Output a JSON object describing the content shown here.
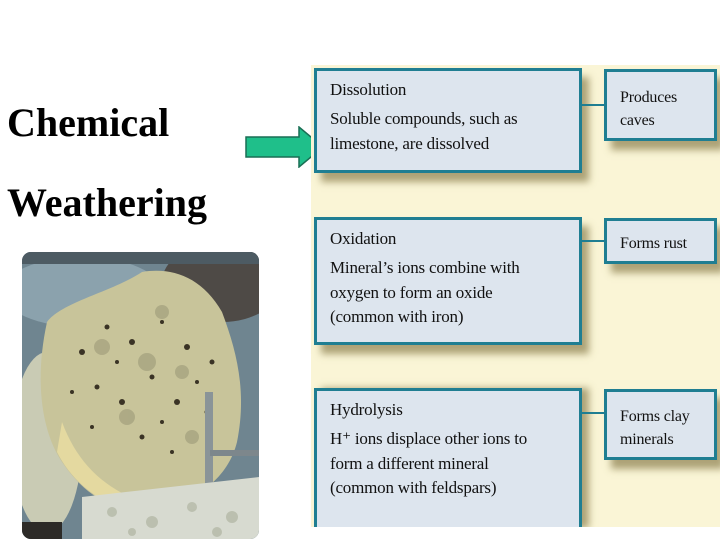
{
  "slide": {
    "title_line_1": "Chemical",
    "title_line_2": "Weathering"
  },
  "arrow": {
    "icon": "right-arrow-icon",
    "color": "#1fbf8a",
    "outline": "#1a6f55"
  },
  "photo": {
    "subject": "weathered limestone rock with holes next to a nail"
  },
  "diagram": {
    "background": "#faf5d6",
    "box_fill": "#dde5ee",
    "box_border": "#1f7e92",
    "processes": [
      {
        "title": "Dissolution",
        "description_lines": [
          "Soluble compounds, such as",
          "limestone, are dissolved"
        ],
        "result_lines": [
          "Produces",
          "caves"
        ]
      },
      {
        "title": "Oxidation",
        "description_lines": [
          "Mineral’s ions combine with",
          "oxygen to form an oxide",
          "(common with iron)"
        ],
        "result_lines": [
          "Forms rust"
        ]
      },
      {
        "title": "Hydrolysis",
        "description_lines": [
          "H⁺ ions displace other ions to",
          "form a different mineral",
          "(common with feldspars)"
        ],
        "result_lines": [
          "Forms clay",
          "minerals"
        ]
      }
    ]
  }
}
